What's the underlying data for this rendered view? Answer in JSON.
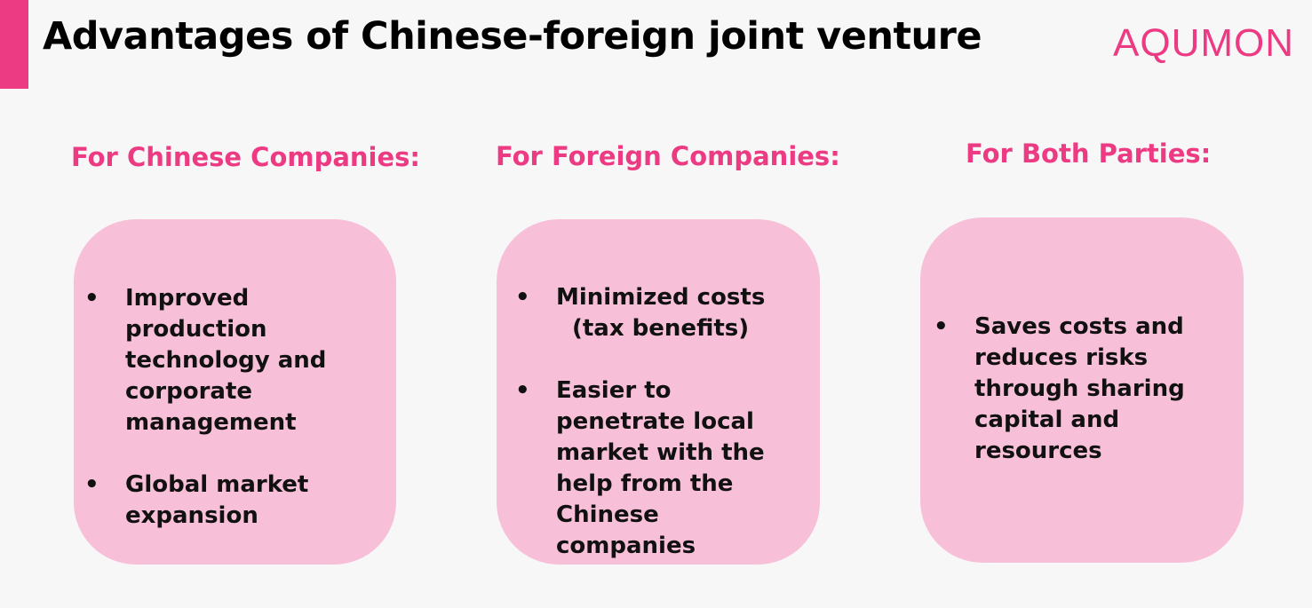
{
  "header": {
    "title": "Advantages of Chinese-foreign joint venture",
    "logo_text": "AQUMON"
  },
  "columns": [
    {
      "heading": "For Chinese Companies:",
      "items": [
        {
          "text": "Improved production technology and corporate management"
        },
        {
          "text": "Global market expansion"
        }
      ]
    },
    {
      "heading": "For Foreign Companies:",
      "items": [
        {
          "text": "Minimized costs",
          "subtext": "(tax benefits)"
        },
        {
          "text": "Easier to penetrate local market with the help from the Chinese companies"
        }
      ]
    },
    {
      "heading": "For Both Parties:",
      "items": [
        {
          "text": "Saves costs and reduces risks through sharing capital and resources"
        }
      ]
    }
  ],
  "bullet_glyph": "•",
  "colors": {
    "accent": "#ec3a83",
    "card_fill": "#f8c0d8",
    "background": "#f7f7f7",
    "text": "#111111"
  }
}
